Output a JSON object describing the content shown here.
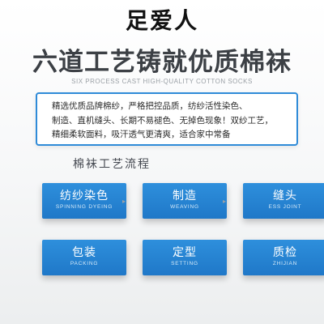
{
  "brand": "足爱人",
  "headline": "六道工艺铸就优质棉袜",
  "subtitle": "SIX PROCESS CAST HIGH-QUALITY COTTON SOCKS",
  "description": {
    "lines": [
      "精选优质品牌棉纱，严格把控品质，纺纱活性染色、",
      "制造、直机缝头、长期不易褪色、无掉色现象！双纱工艺，",
      "精细柔软面料，吸汗透气更清爽，适合家中常备"
    ]
  },
  "process_title": "棉袜工艺流程",
  "steps": [
    {
      "cn": "纺纱染色",
      "en": "SPINNING DYEING"
    },
    {
      "cn": "制造",
      "en": "WEAVING"
    },
    {
      "cn": "缝头",
      "en": "ESS JOINT"
    },
    {
      "cn": "质检",
      "en": "ZHIJIAN"
    },
    {
      "cn": "定型",
      "en": "SETTING"
    },
    {
      "cn": "包装",
      "en": "PACKING"
    }
  ],
  "arrows": {
    "right": "▸",
    "left": "◂"
  },
  "colors": {
    "accent": "#2f8bd8",
    "step_fill": "#1f78c8"
  }
}
